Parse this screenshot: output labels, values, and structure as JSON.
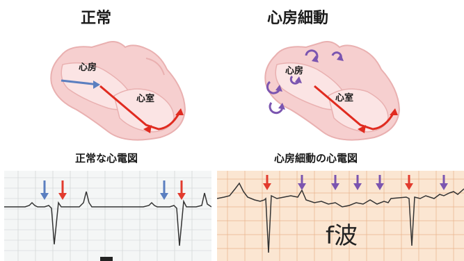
{
  "left_panel": {
    "title": "正常",
    "atrium_label": "心房",
    "ventricle_label": "心室",
    "ecg_caption": "正常な心電図",
    "ecg_background": "#f4f6f6",
    "grid_color": "#c9cfd1",
    "marker_colors": [
      "#5b7fc0",
      "#e23b2e",
      "#5b7fc0",
      "#e23b2e"
    ]
  },
  "right_panel": {
    "title": "心房細動",
    "atrium_label": "心房",
    "ventricle_label": "心室",
    "ecg_caption": "心房細動の心電図",
    "wave_label": "f波",
    "ecg_background": "#fbe6d2",
    "grid_color": "#e8b38c",
    "marker_colors": [
      "#e23b2e",
      "#7b55b0",
      "#7b55b0",
      "#7b55b0",
      "#7b55b0",
      "#e23b2e",
      "#7b55b0"
    ]
  },
  "colors": {
    "heart_fill": "#f6cfcf",
    "heart_inner": "#fbe4e4",
    "heart_outline": "#e9b0b0",
    "conduction_red": "#e02b20",
    "normal_arrow_blue": "#5b7fc0",
    "fibrillation_purple": "#7b55b0",
    "ecg_trace": "#333333"
  }
}
